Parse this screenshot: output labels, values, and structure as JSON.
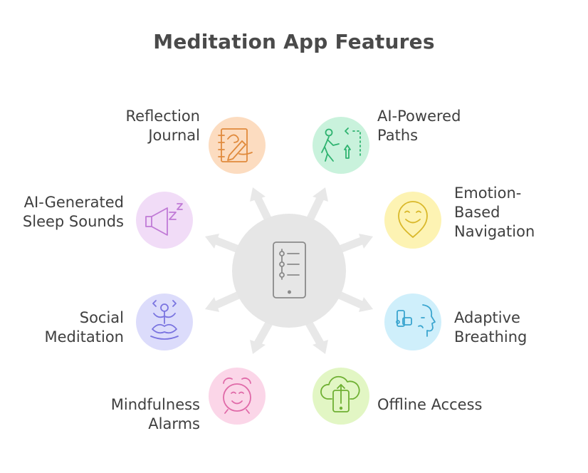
{
  "title": "Meditation App Features",
  "features": [
    {
      "id": "reflection-journal",
      "lines": [
        "Reflection",
        "Journal"
      ],
      "color": "#fcdcc0",
      "icon": "journal-icon"
    },
    {
      "id": "ai-powered-paths",
      "lines": [
        "AI-Powered",
        "Paths"
      ],
      "color": "#c9f2dc",
      "icon": "walking-path-icon"
    },
    {
      "id": "ai-sleep-sounds",
      "lines": [
        "AI-Generated",
        "Sleep Sounds"
      ],
      "color": "#f1dcf7",
      "icon": "speaker-sleep-icon"
    },
    {
      "id": "emotion-navigation",
      "lines": [
        "Emotion-",
        "Based",
        "Navigation"
      ],
      "color": "#fdf3b3",
      "icon": "smile-pin-icon"
    },
    {
      "id": "social-meditation",
      "lines": [
        "Social",
        "Meditation"
      ],
      "color": "#dcdcfb",
      "icon": "meditating-person-icon"
    },
    {
      "id": "adaptive-breathing",
      "lines": [
        "Adaptive",
        "Breathing"
      ],
      "color": "#cfeffb",
      "icon": "inhaler-face-icon"
    },
    {
      "id": "mindfulness-alarms",
      "lines": [
        "Mindfulness",
        "Alarms"
      ],
      "color": "#fbd6e8",
      "icon": "alarm-clock-icon"
    },
    {
      "id": "offline-access",
      "lines": [
        "Offline Access"
      ],
      "color": "#e2f6c4",
      "icon": "cloud-phone-icon"
    }
  ],
  "hub": {
    "icon": "phone-checklist-icon",
    "color": "#e6e6e6"
  }
}
